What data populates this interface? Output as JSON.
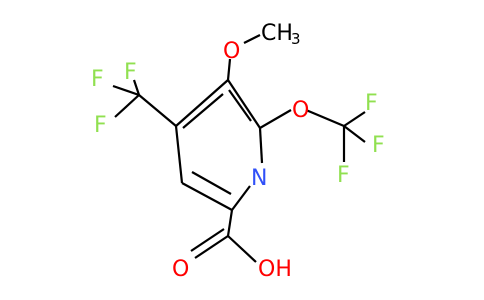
{
  "molecule": {
    "colors": {
      "bond": "#000000",
      "oxygen": "#ff0000",
      "nitrogen": "#3050f8",
      "fluorine": "#90e050"
    },
    "labels": {
      "methyl_C": "CH",
      "methyl_sub": "3",
      "methoxy_O": "O",
      "ocf3_O": "O",
      "ring_N": "N",
      "cf3_left_F_top": "F",
      "cf3_left_F_left": "F",
      "cf3_left_F_bottom": "F",
      "ocf3_F_top": "F",
      "ocf3_F_right": "F",
      "ocf3_F_bottom": "F",
      "acid_O_double": "O",
      "acid_OH": "OH"
    }
  }
}
